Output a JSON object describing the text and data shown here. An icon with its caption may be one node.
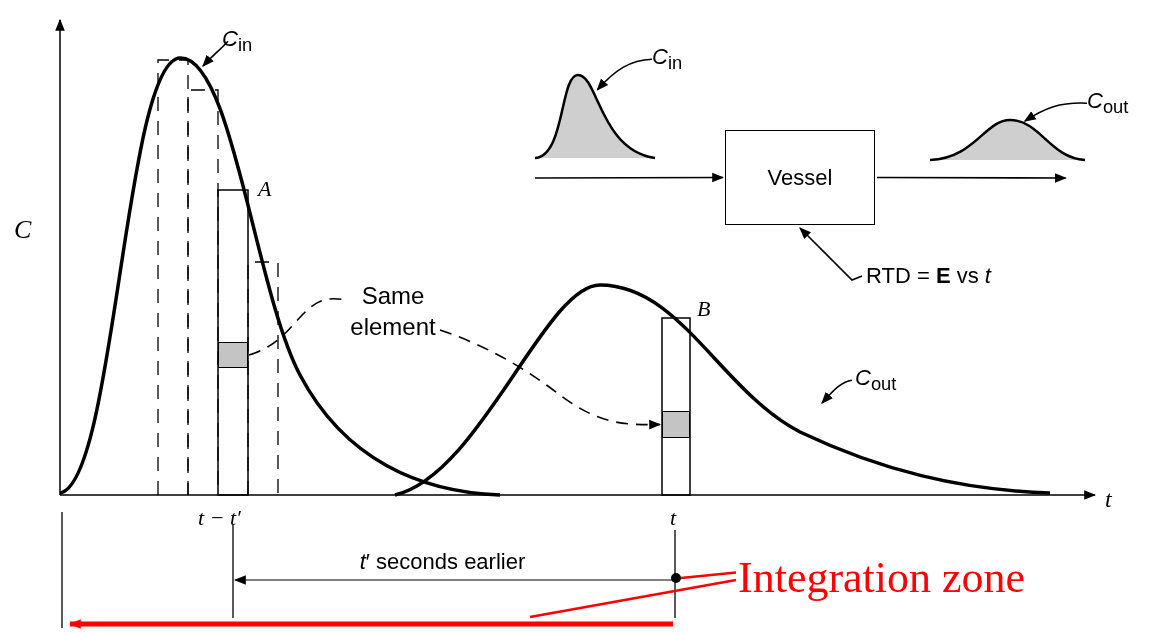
{
  "diagram": {
    "nodes": [
      {
        "text": [
          "*C*$_{in}$"
        ]
      },
      {
        "text": [
          "*C*$_{in}$"
        ]
      },
      {
        "text": [
          "*C*$_{out}$"
        ]
      },
      {
        "text": [
          "Vessel"
        ]
      },
      {
        "text": [
          "RTD = **E** vs *t*"
        ]
      },
      {
        "text": [
          "*C*$_{out}$"
        ]
      },
      {
        "text": [],
        "shape": "box"
      },
      {
        "text": [],
        "shape": "box"
      },
      {
        "text": [
          "Integration zone"
        ]
      },
      {
        "text": [],
        "shape": "curve"
      },
      {
        "text": [],
        "shape": "curve"
      }
    ],
    "edges": [
      {
        "from": 0,
        "to": null,
        "arrow": "to"
      },
      {
        "from": 1,
        "to": 9,
        "arrow": "to"
      },
      {
        "from": 2,
        "to": 10,
        "arrow": "to"
      },
      {
        "from": 9,
        "to": 3,
        "arrow": "to"
      },
      {
        "from": 3,
        "to": 10,
        "arrow": "to"
      },
      {
        "from": 4,
        "to": 3,
        "arrow": "to"
      },
      {
        "from": 5,
        "to": null,
        "arrow": "to"
      },
      {
        "from": 6,
        "to": 7,
        "arrow": "to",
        "style": "dashed",
        "label": "Same element"
      },
      {
        "from": 8,
        "to": null,
        "arrow": "none",
        "color": "#ff0000"
      },
      {
        "from": 8,
        "to": null,
        "arrow": "none",
        "color": "#ff0000"
      }
    ],
    "labels": [
      "C",
      "t",
      "A",
      "B",
      "t − t′",
      "t",
      "*t*′ seconds earlier"
    ]
  }
}
